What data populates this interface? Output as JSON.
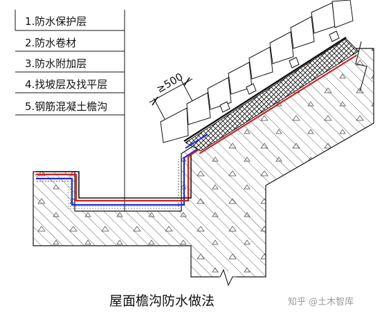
{
  "legend": {
    "items": [
      "1.防水保护层",
      "2.防水卷材",
      "3.防水附加层",
      "4.找坡层及找平层",
      "5.钢筋混凝土檐沟"
    ]
  },
  "dimension": {
    "label": "≥500"
  },
  "caption": "屋面檐沟防水做法",
  "watermark": "知乎 @土木智库",
  "colors": {
    "membrane": "#d21e1e",
    "additional_layer": "#1e2ad0",
    "line": "#111111"
  }
}
